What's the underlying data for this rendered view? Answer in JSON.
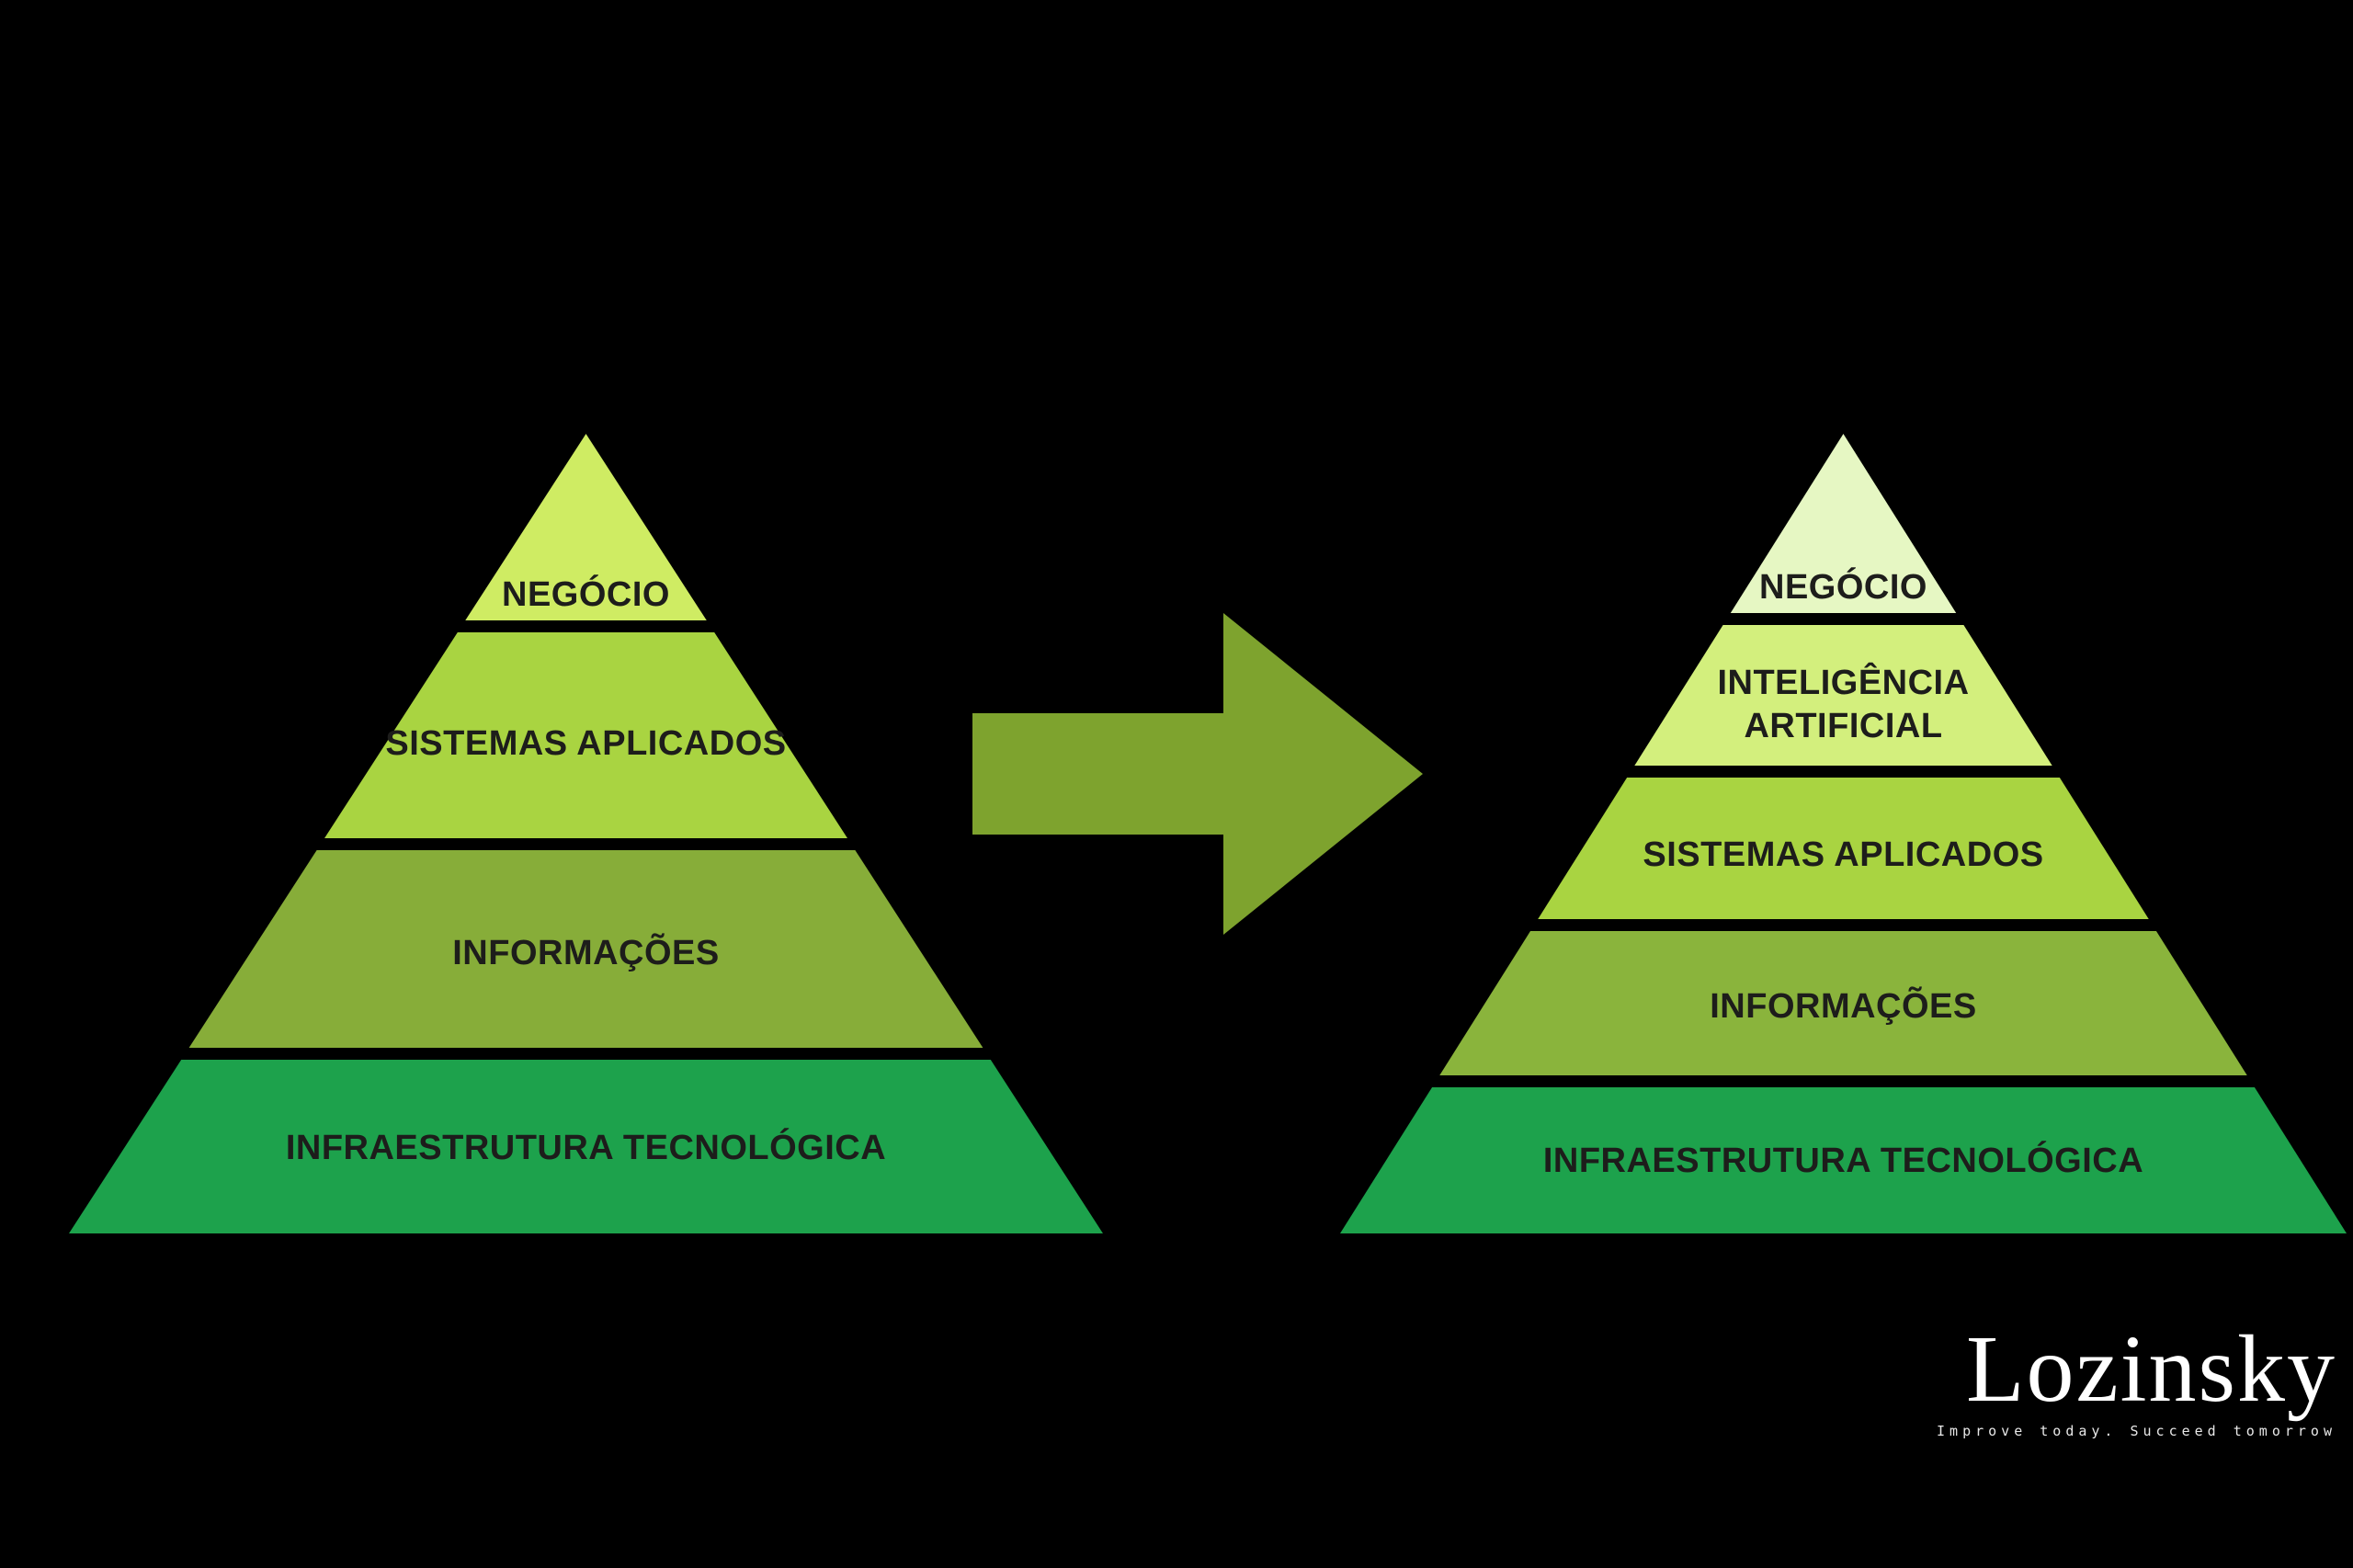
{
  "background_color": "#000000",
  "text_color": "#1d1d1b",
  "arrow": {
    "direction": "right",
    "color": "#7ea32e"
  },
  "left_pyramid": {
    "layers": [
      {
        "label": "NEGÓCIO",
        "color": "#cfec63"
      },
      {
        "label": "SISTEMAS APLICADOS",
        "color": "#a9d441"
      },
      {
        "label": "INFORMAÇÕES",
        "color": "#87ad39"
      },
      {
        "label": "INFRAESTRUTURA TECNOLÓGICA",
        "color": "#1da24c"
      }
    ]
  },
  "right_pyramid": {
    "layers": [
      {
        "label": "NEGÓCIO",
        "color": "#e6f7c3"
      },
      {
        "label": "INTELIGÊNCIA ARTIFICIAL",
        "color": "#d3ef7d"
      },
      {
        "label": "SISTEMAS APLICADOS",
        "color": "#a9d441"
      },
      {
        "label": "INFORMAÇÕES",
        "color": "#8ab43c"
      },
      {
        "label": "INFRAESTRUTURA TECNOLÓGICA",
        "color": "#1da24c"
      }
    ]
  },
  "logo": {
    "wordmark": "Lozinsky",
    "tagline": "Improve today. Succeed tomorrow"
  }
}
